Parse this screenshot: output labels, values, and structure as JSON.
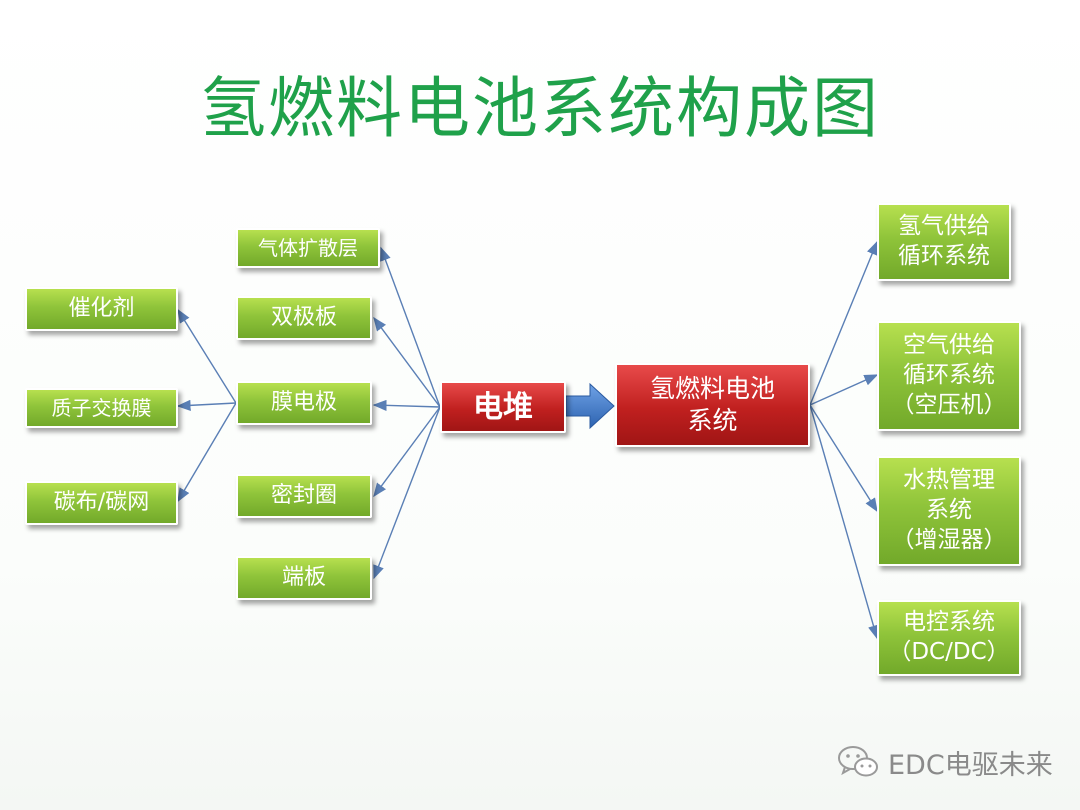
{
  "title": "氢燃料电池系统构成图",
  "stack": "电堆",
  "system": "氢燃料电池\n系统",
  "stack_parts": [
    "气体扩散层",
    "双极板",
    "膜电极",
    "密封圈",
    "端板"
  ],
  "mea_parts": [
    "催化剂",
    "质子交换膜",
    "碳布/碳网"
  ],
  "subsystems": [
    "氢气供给\n循环系统",
    "空气供给\n循环系统\n（空压机）",
    "水热管理\n系统\n（增湿器）",
    "电控系统\n（DC/DC）"
  ],
  "watermark": "EDC电驱未来",
  "colors": {
    "title": "#1fa14a",
    "box_green": "#8fc43a",
    "box_red": "#c0201f",
    "connector": "#5a7fb5",
    "arrow": "#3a74c4"
  }
}
